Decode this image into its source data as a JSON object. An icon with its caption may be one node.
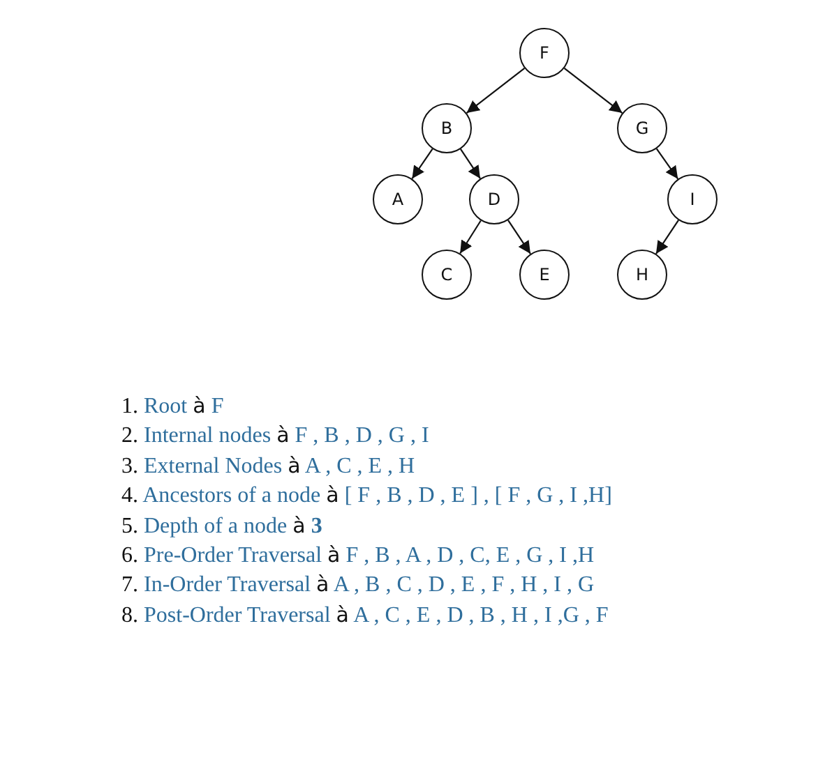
{
  "diagram": {
    "nodes": [
      {
        "text": [
          "F"
        ]
      },
      {
        "text": [
          "B"
        ]
      },
      {
        "text": [
          "G"
        ]
      },
      {
        "text": [
          "A"
        ]
      },
      {
        "text": [
          "D"
        ]
      },
      {
        "text": [
          "I"
        ]
      },
      {
        "text": [
          "C"
        ]
      },
      {
        "text": [
          "E"
        ]
      },
      {
        "text": [
          "H"
        ]
      }
    ],
    "edges": [
      {
        "from": 0,
        "to": 1,
        "arrow": "to"
      },
      {
        "from": 0,
        "to": 2,
        "arrow": "to"
      },
      {
        "from": 1,
        "to": 3,
        "arrow": "to"
      },
      {
        "from": 1,
        "to": 4,
        "arrow": "to"
      },
      {
        "from": 4,
        "to": 6,
        "arrow": "to"
      },
      {
        "from": 4,
        "to": 7,
        "arrow": "to"
      },
      {
        "from": 2,
        "to": 5,
        "arrow": "to"
      },
      {
        "from": 5,
        "to": 8,
        "arrow": "to"
      }
    ],
    "labels": [
      "1. Root à F",
      "2. Internal nodes à F , B , D , G , I",
      "3. External Nodes à A , C , E , H",
      "4. Ancestors of a node à [ F , B , D , E ] , [ F , G , I ,H]",
      "5. Depth of a node à **3**",
      "6. Pre-Order Traversal à F , B , A , D , C, E , G , I ,H",
      "7. In-Order Traversal à A , B , C , D , E , F , H , I , G",
      "8. Post-Order Traversal à A , C , E , D , B , H , I ,G , F"
    ]
  }
}
